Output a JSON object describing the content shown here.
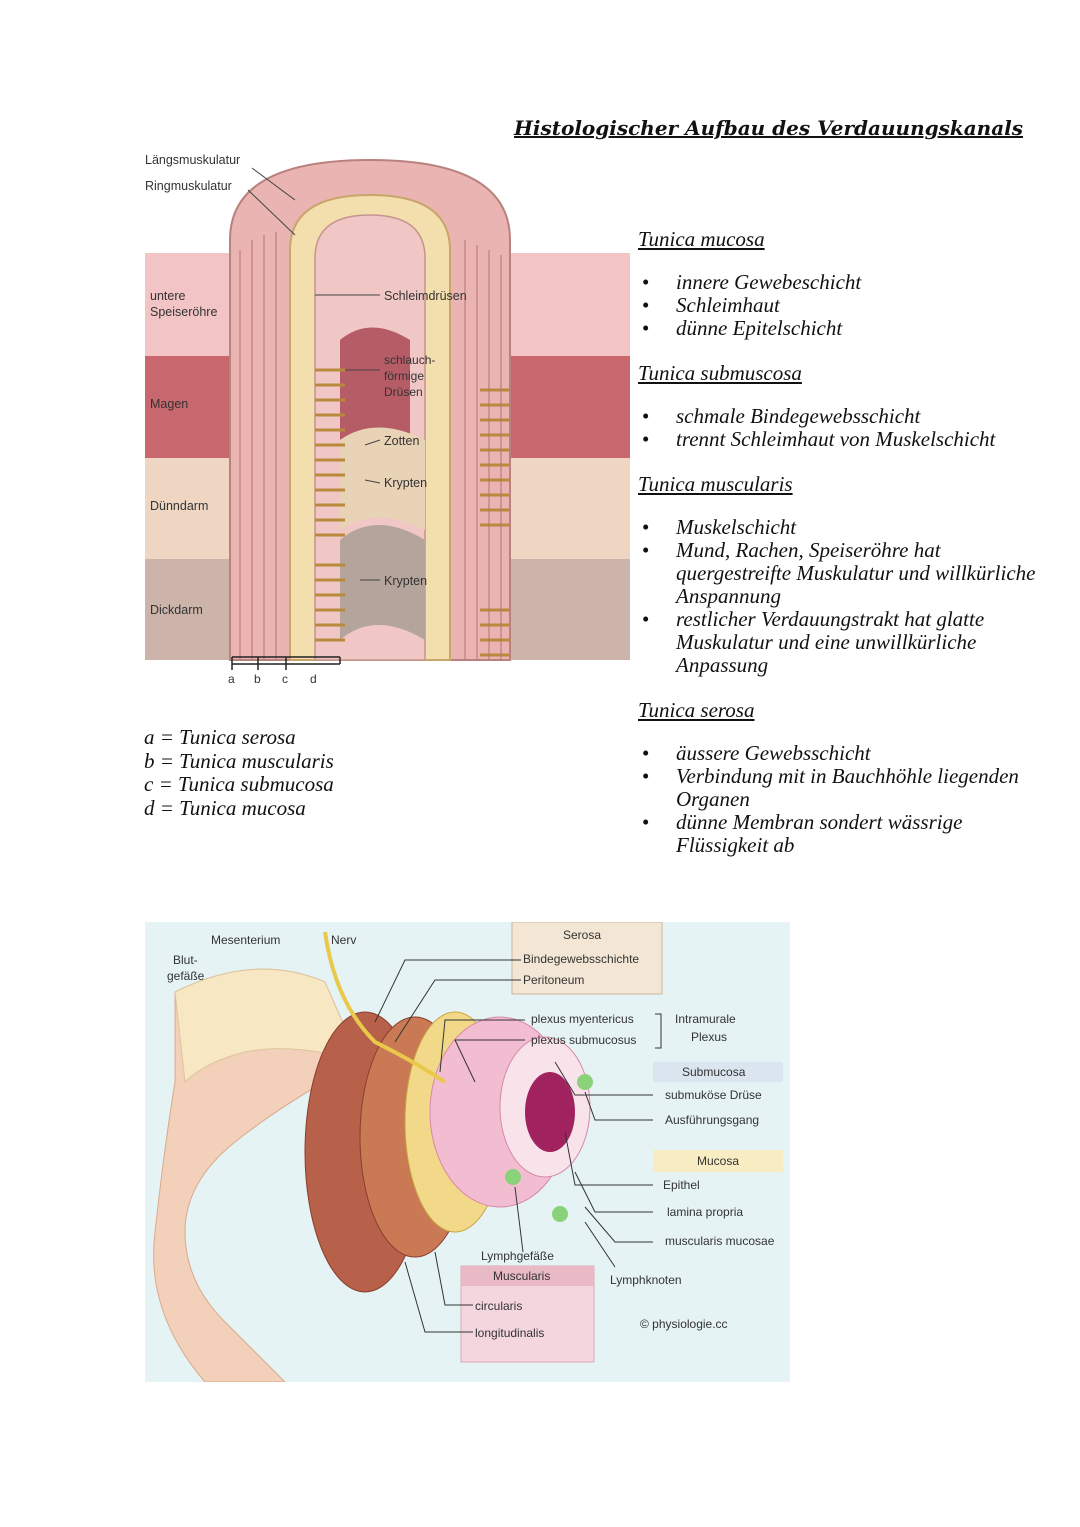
{
  "page_title": "Histologischer Aufbau des Verdauungskanals",
  "figure1": {
    "labels": {
      "laengsmuskulatur": "Längsmuskulatur",
      "ringmuskulatur": "Ringmuskulatur",
      "untere_speiseroehre_1": "untere",
      "untere_speiseroehre_2": "Speiseröhre",
      "magen": "Magen",
      "duenndarm": "Dünndarm",
      "dickdarm": "Dickdarm",
      "schleimdruesen": "Schleimdrüsen",
      "schlauch_1": "schlauch-",
      "schlauch_2": "förmige",
      "schlauch_3": "Drüsen",
      "zotten": "Zotten",
      "krypten_1": "Krypten",
      "krypten_2": "Krypten",
      "a": "a",
      "b": "b",
      "c": "c",
      "d": "d"
    },
    "colors": {
      "speiseroehre": "#f3c4c6",
      "magen": "#c9676f",
      "duenndarm": "#efd6c2",
      "dickdarm": "#cdb4ab"
    }
  },
  "legend": [
    "a = Tunica serosa",
    "b = Tunica muscularis",
    "c = Tunica submucosa",
    "d = Tunica mucosa"
  ],
  "sections": [
    {
      "heading": "Tunica mucosa",
      "items": [
        "innere Gewebeschicht",
        "Schleimhaut",
        "dünne Epitelschicht"
      ]
    },
    {
      "heading": "Tunica submuscosa",
      "items": [
        "schmale Bindegewebsschicht",
        "trennt Schleimhaut von Muskelschicht"
      ]
    },
    {
      "heading": "Tunica muscularis",
      "items": [
        "Muskelschicht",
        "Mund, Rachen, Speiseröhre hat quergestreifte Muskulatur und willkürliche Anspannung",
        "restlicher Verdauungstrakt hat glatte Muskulatur und eine unwillkürliche Anpassung"
      ]
    },
    {
      "heading": "Tunica serosa",
      "items": [
        "äussere Gewebsschicht",
        "Verbindung mit in Bauchhöhle liegenden Organen",
        "dünne Membran sondert wässrige Flüssigkeit ab"
      ]
    }
  ],
  "figure2": {
    "labels": {
      "mesenterium": "Mesenterium",
      "nerv": "Nerv",
      "blut_1": "Blut-",
      "blut_2": "gefäße",
      "serosa": "Serosa",
      "bindegewebsschichte": "Bindegewebsschichte",
      "peritoneum": "Peritoneum",
      "plexus_myentericus": "plexus myentericus",
      "plexus_submucosus": "plexus submucosus",
      "intramurale_1": "Intramurale",
      "intramurale_2": "Plexus",
      "submucosa": "Submucosa",
      "submukoese_druese": "submuköse Drüse",
      "ausfuehrungsgang": "Ausführungsgang",
      "mucosa": "Mucosa",
      "epithel": "Epithel",
      "lamina_propria": "lamina propria",
      "muscularis_mucosae": "muscularis mucosae",
      "lymphgefaesse": "Lymphgefäße",
      "lymphknoten": "Lymphknoten",
      "muscularis": "Muscularis",
      "circularis": "circularis",
      "longitudinalis": "longitudinalis",
      "copyright": "© physiologie.cc"
    },
    "colors": {
      "background": "#e6f3f5",
      "serosa_box": "#f4e6d5",
      "submucosa_box": "#dbe5ef",
      "mucosa_box": "#f7ecc2",
      "muscularis_box": "#f4d6df"
    }
  }
}
